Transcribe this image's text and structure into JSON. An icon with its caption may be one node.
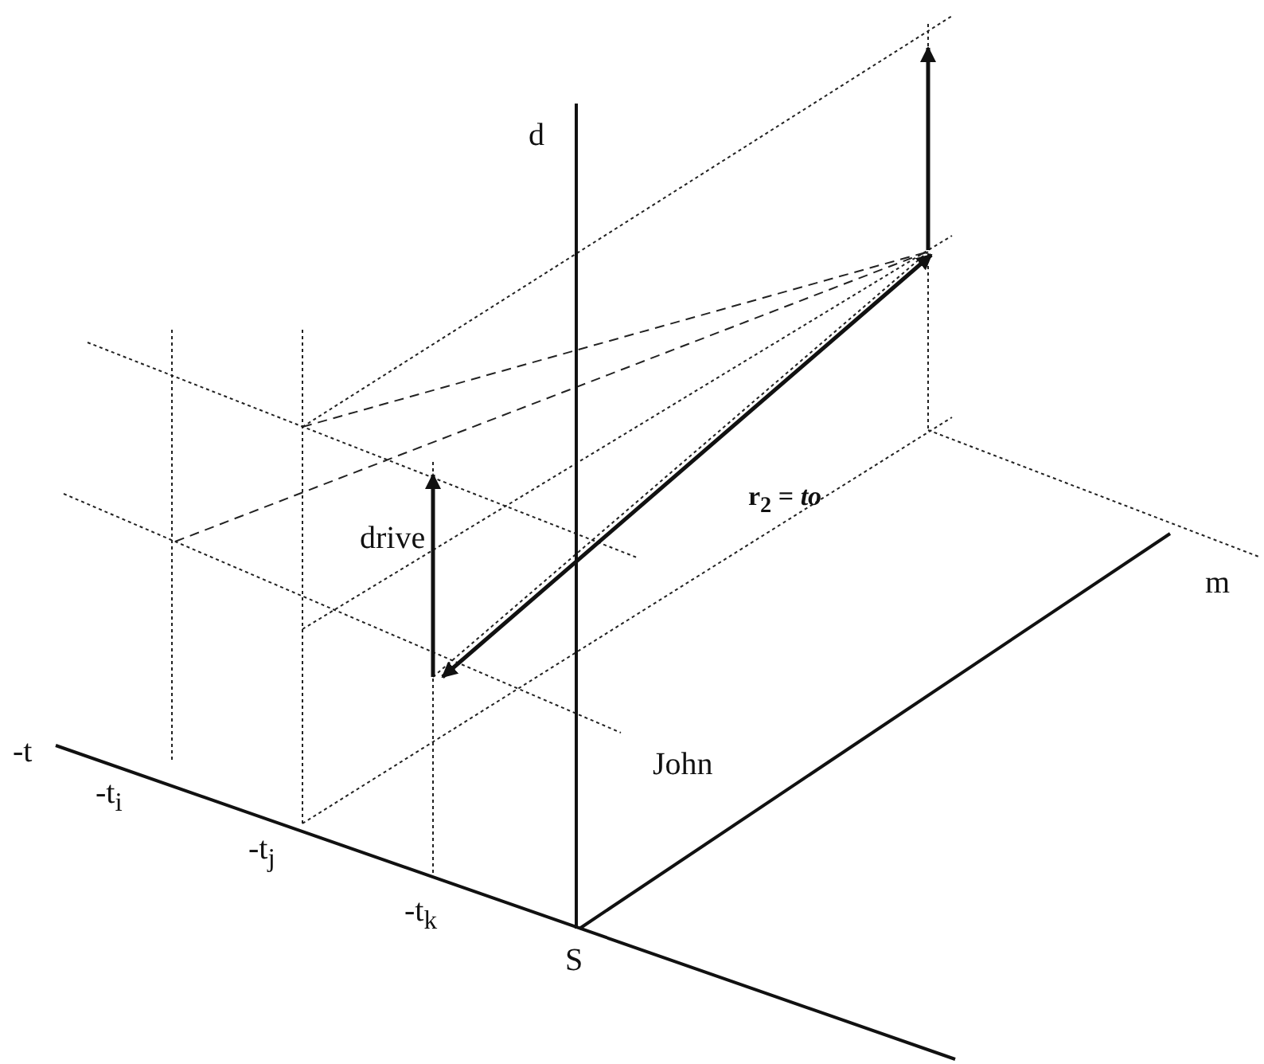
{
  "diagram": {
    "labels": [
      "d",
      "r$_{2}$ = *to*",
      "drive",
      "m",
      "John",
      "-t",
      "-t$_{i}$",
      "-t$_{j}$",
      "-t$_{k}$",
      "S"
    ]
  }
}
